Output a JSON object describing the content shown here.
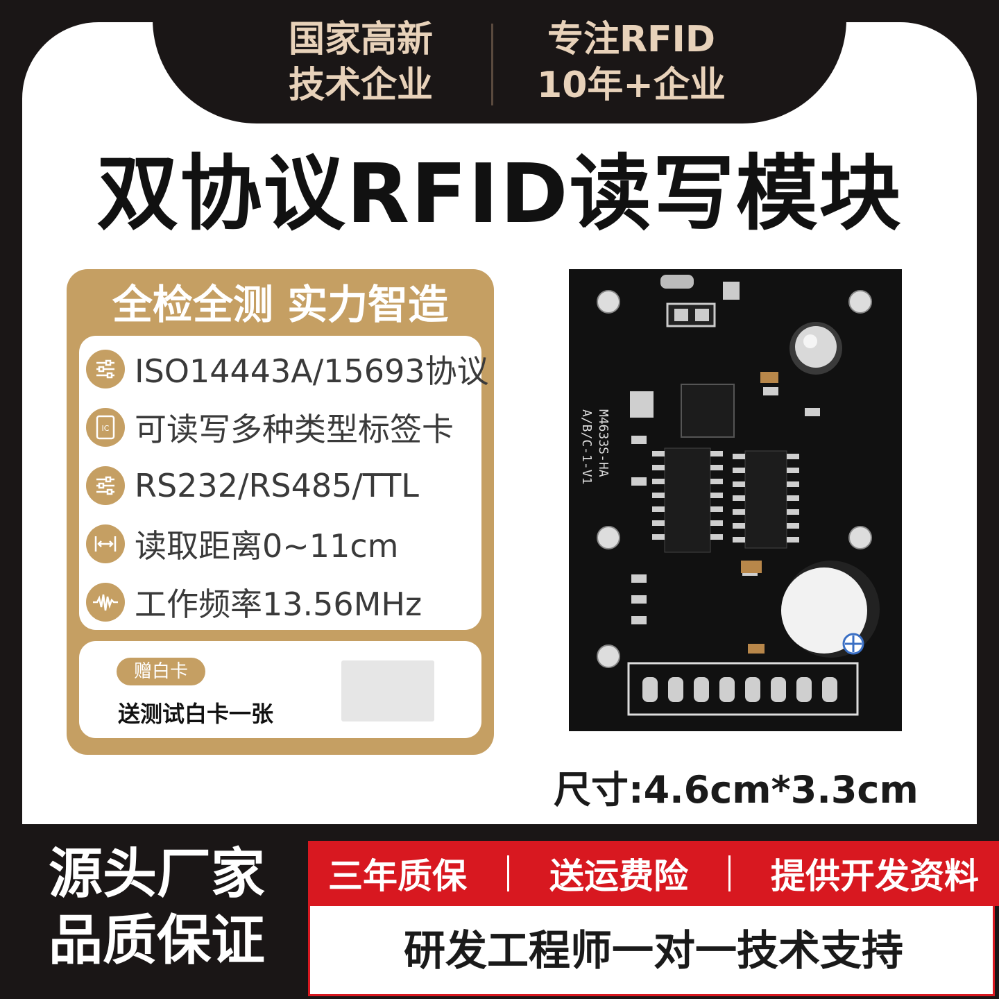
{
  "header": {
    "left_line1": "国家高新",
    "left_line2": "技术企业",
    "right_line1": "专注RFID",
    "right_line2": "10年+企业"
  },
  "title": "双协议RFID读写模块",
  "card": {
    "heading": "全检全测 实力智造",
    "features": [
      {
        "icon": "sliders-icon",
        "text": "ISO14443A/15693协议"
      },
      {
        "icon": "ic-card-icon",
        "text": "可读写多种类型标签卡"
      },
      {
        "icon": "sliders-icon",
        "text": "RS232/RS485/TTL"
      },
      {
        "icon": "distance-icon",
        "text": "读取距离0~11cm"
      },
      {
        "icon": "waveform-icon",
        "text": "工作频率13.56MHz"
      }
    ],
    "gift_badge": "赠白卡",
    "gift_text": "送测试白卡一张"
  },
  "product": {
    "silk_label_1": "M4633S-HA",
    "silk_label_2": "A/B/C-1-V1",
    "size": "尺寸:4.6cm*3.3cm"
  },
  "bottom": {
    "left_line1": "源头厂家",
    "left_line2": "品质保证",
    "guarantees": [
      "三年质保",
      "送运费险",
      "提供开发资料"
    ],
    "support": "研发工程师一对一技术支持"
  },
  "colors": {
    "gold": "#c59f63",
    "dark": "#1a1616",
    "red": "#d81820",
    "header_text": "#e8d2ba"
  }
}
